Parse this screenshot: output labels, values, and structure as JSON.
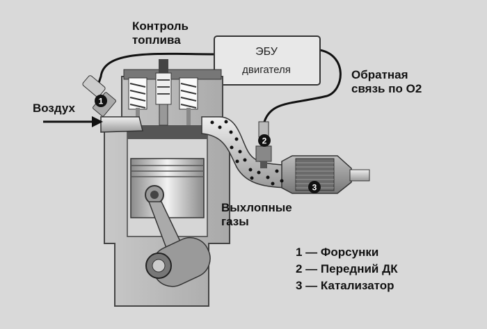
{
  "labels": {
    "fuel_control": [
      "Контроль",
      "топлива"
    ],
    "air": "Воздух",
    "ecu": [
      "ЭБУ",
      "двигателя"
    ],
    "o2_feedback": [
      "Обратная",
      "связь по O2"
    ],
    "exhaust": [
      "Выхлопные",
      "газы"
    ]
  },
  "badges": [
    "1",
    "2",
    "3"
  ],
  "legend": [
    "1 — Форсунки",
    "2 — Передний ДК",
    "3 — Катализатор"
  ]
}
